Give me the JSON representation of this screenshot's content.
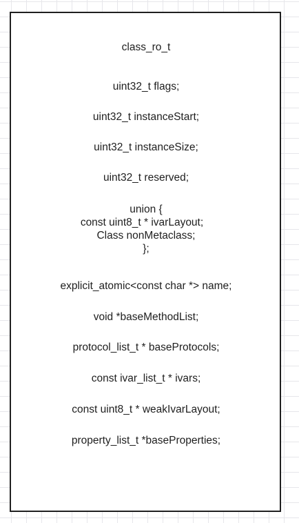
{
  "struct": {
    "name": "class_ro_t",
    "fields": [
      "uint32_t flags;",
      "uint32_t instanceStart;",
      "uint32_t instanceSize;",
      "uint32_t reserved;"
    ],
    "union": {
      "open": "union {",
      "members": [
        "const uint8_t * ivarLayout;",
        "Class nonMetaclass;"
      ],
      "close": "};"
    },
    "fields_after": [
      "explicit_atomic<const char *> name;",
      "void *baseMethodList;",
      "protocol_list_t * baseProtocols;",
      "const ivar_list_t * ivars;",
      "const uint8_t * weakIvarLayout;",
      "property_list_t *baseProperties;"
    ]
  }
}
